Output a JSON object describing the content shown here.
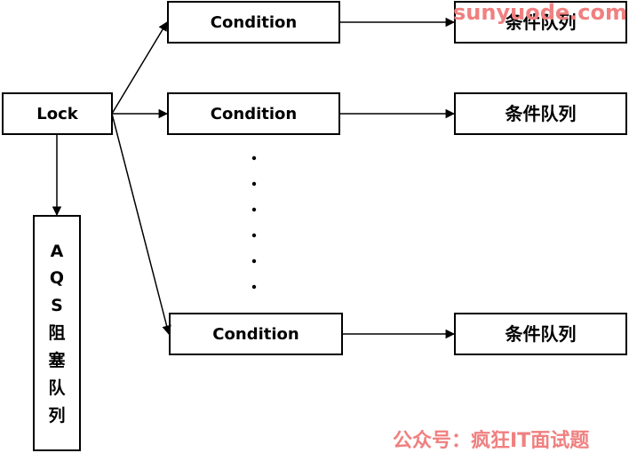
{
  "lock_label": "Lock",
  "aqs_label": [
    "A",
    "Q",
    "S",
    "阻",
    "塞",
    "队",
    "列"
  ],
  "conditions": [
    "Condition",
    "Condition",
    "Condition"
  ],
  "queues": [
    "条件队列",
    "条件队列",
    "条件队列"
  ],
  "watermarks": {
    "top": "sunyuode.com",
    "bottom": "公众号：疯狂IT面试题",
    "color": "#f08080"
  }
}
